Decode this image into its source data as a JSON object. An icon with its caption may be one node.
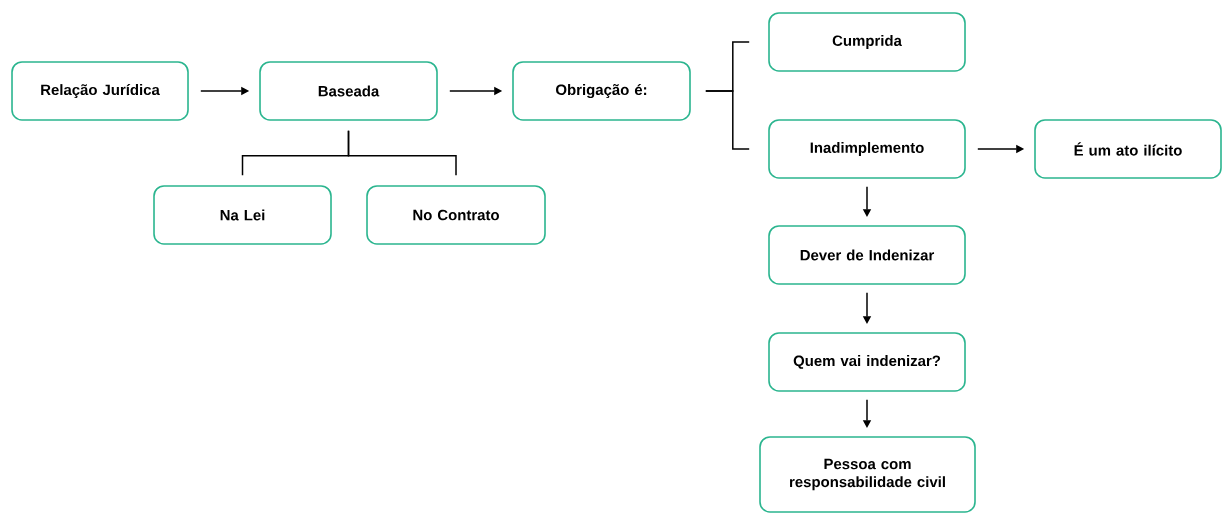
{
  "diagram": {
    "nodes": [
      {
        "text": [
          "Relação Jurídica"
        ]
      },
      {
        "text": [
          "Baseada"
        ]
      },
      {
        "text": [
          "Obrigação é:"
        ]
      },
      {
        "text": [
          "Cumprida"
        ]
      },
      {
        "text": [
          "Inadimplemento"
        ]
      },
      {
        "text": [
          "É um ato ilícito"
        ]
      },
      {
        "text": [
          "Na Lei"
        ]
      },
      {
        "text": [
          "No Contrato"
        ]
      },
      {
        "text": [
          "Dever de Indenizar"
        ]
      },
      {
        "text": [
          "Quem vai indenizar?"
        ]
      },
      {
        "text": [
          "Pessoa com responsabilidade civil"
        ]
      }
    ],
    "edges": [
      {
        "from": 0,
        "to": 1,
        "arrow": "to"
      },
      {
        "from": 1,
        "to": 2,
        "arrow": "to"
      },
      {
        "from": 1,
        "to": 6,
        "arrow": "none"
      },
      {
        "from": 1,
        "to": 7,
        "arrow": "none"
      },
      {
        "from": 2,
        "to": 3,
        "arrow": "none"
      },
      {
        "from": 2,
        "to": 4,
        "arrow": "none"
      },
      {
        "from": 4,
        "to": 5,
        "arrow": "to"
      },
      {
        "from": 4,
        "to": 8,
        "arrow": "to"
      },
      {
        "from": 8,
        "to": 9,
        "arrow": "to"
      },
      {
        "from": 9,
        "to": 10,
        "arrow": "to"
      }
    ]
  }
}
